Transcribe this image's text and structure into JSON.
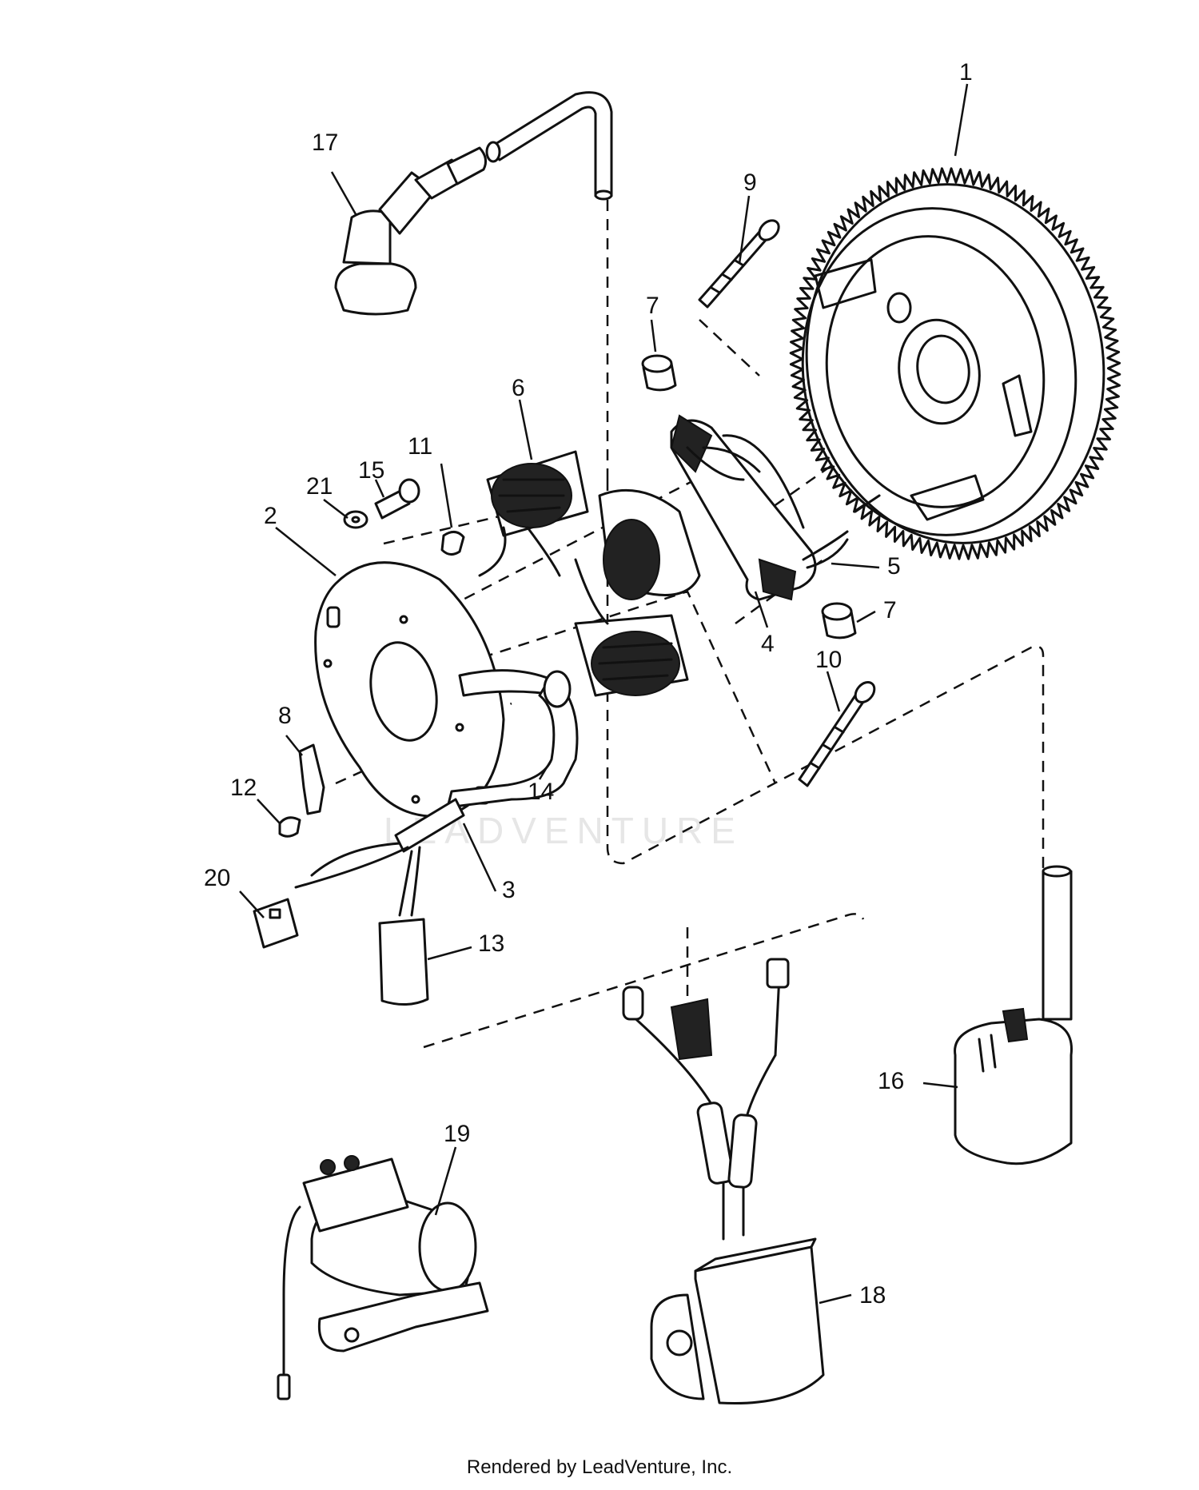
{
  "watermark": "LEADVENTURE",
  "footer": "Rendered by LeadVenture, Inc.",
  "callouts": {
    "c1": "1",
    "c2": "2",
    "c3": "3",
    "c4": "4",
    "c5": "5",
    "c6": "6",
    "c7a": "7",
    "c7b": "7",
    "c8": "8",
    "c9": "9",
    "c10": "10",
    "c11": "11",
    "c12": "12",
    "c13": "13",
    "c14": "14",
    "c15": "15",
    "c16": "16",
    "c17": "17",
    "c18": "18",
    "c19": "19",
    "c20": "20",
    "c21": "21"
  }
}
